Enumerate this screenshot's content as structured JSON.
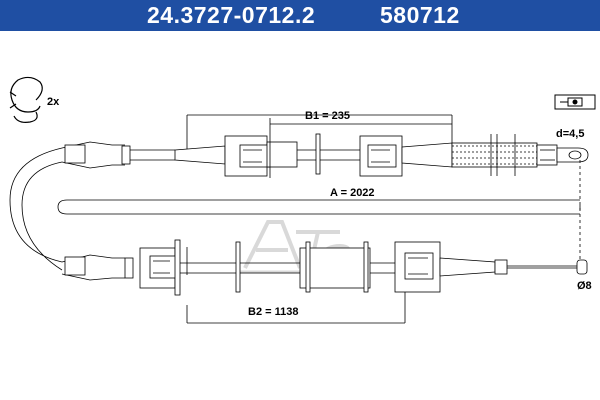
{
  "header": {
    "part_number": "24.3727-0712.2",
    "ref_number": "580712",
    "background": "#1f4fa3",
    "text_color": "#ffffff"
  },
  "labels": {
    "clip_qty": "2x",
    "b1": "B1 = 235",
    "a": "A = 2022",
    "b2": "B2 = 1138",
    "d_eye": "d=4,5",
    "d_nipple": "Ø8"
  },
  "icons": {
    "clip": "clip-icon",
    "eye_end": "eye-end-icon",
    "watermark": "ate-logo-watermark"
  },
  "colors": {
    "line": "#000000",
    "watermark": "#d9d9d9"
  }
}
